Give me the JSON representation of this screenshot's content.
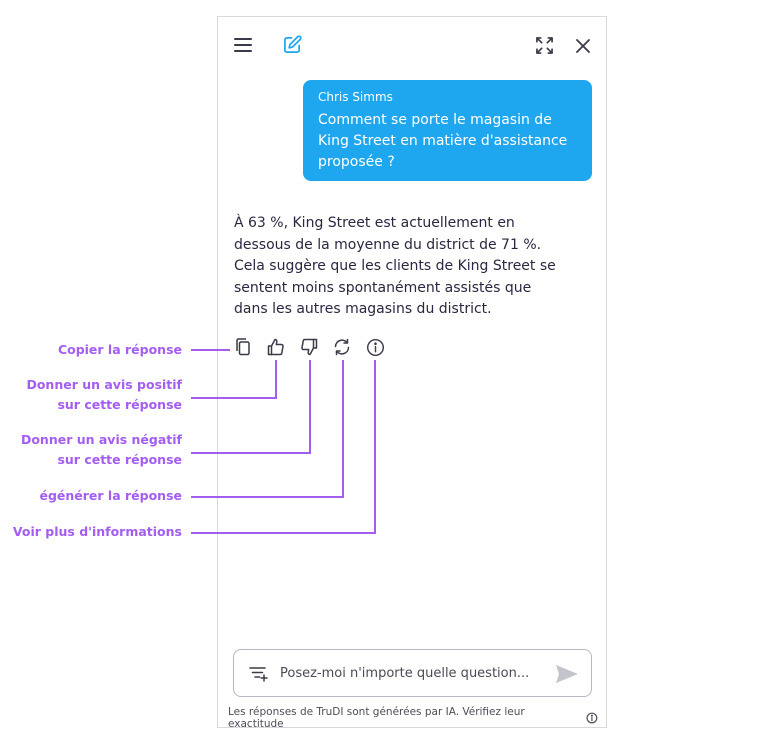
{
  "colors": {
    "accent": "#1ea7ee",
    "annotation": "#a35ef0"
  },
  "header": {
    "icons": [
      "menu-icon",
      "edit-icon",
      "expand-icon",
      "close-icon"
    ]
  },
  "question": {
    "author": "Chris Simms",
    "text": "Comment se porte le magasin de King Street en matière d'assistance proposée ?"
  },
  "answer": {
    "text": "À 63 %, King Street est actuellement en dessous de la moyenne du district de 71 %. Cela suggère que les clients de King Street se sentent moins spontanément assistés que dans les autres magasins du district."
  },
  "annotations": {
    "copy": "Copier la réponse",
    "thumbs_up": "Donner un avis positif sur cette réponse",
    "thumbs_down": "Donner un avis négatif sur cette réponse",
    "regenerate": "égénérer la réponse",
    "info": "Voir plus d'informations"
  },
  "input": {
    "placeholder": "Posez-moi n'importe quelle question..."
  },
  "footer": {
    "disclaimer": "Les réponses de TruDI sont générées par IA. Vérifiez leur exactitude"
  }
}
